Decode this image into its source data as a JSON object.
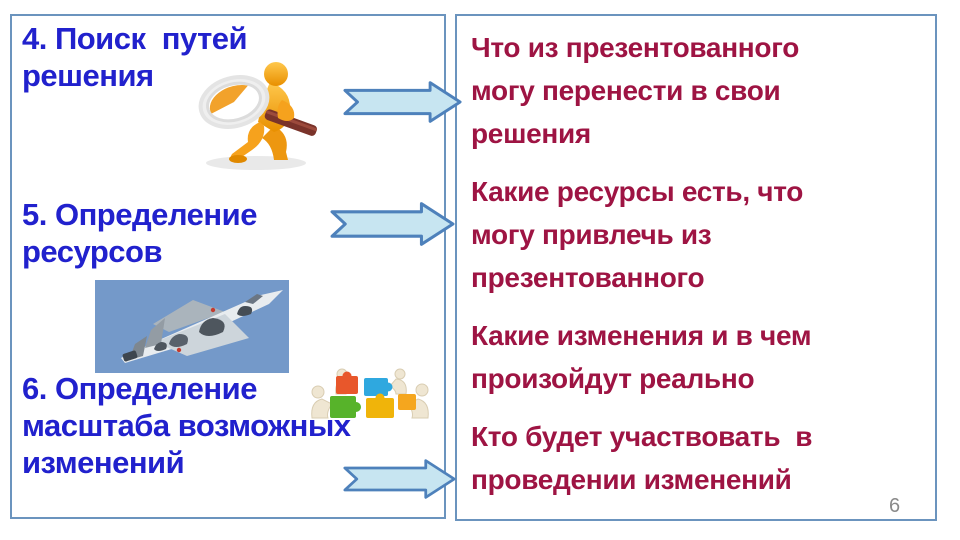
{
  "slide": {
    "page_number": "6",
    "colors": {
      "step_text": "#2121CD",
      "question_text": "#9E1443",
      "panel_border": "#6B94BE",
      "arrow_fill": "#C7E5F1",
      "arrow_stroke": "#4E81BB",
      "jet_sky": "#7499C9"
    },
    "left_panel": {
      "items": [
        {
          "text": "4. Поиск  путей\nрешения",
          "image": "magnifier-figure-image"
        },
        {
          "text": "5. Определение\nресурсов",
          "image": "fighter-jet-image"
        },
        {
          "text": "6. Определение\nмасштаба возможных\nизменений",
          "image": "teamwork-puzzle-image"
        }
      ]
    },
    "right_panel": {
      "questions": [
        "Что из презентованного\nмогу перенести в свои\nрешения",
        "Какие ресурсы есть, что\nмогу привлечь из\nпрезентованного",
        "Какие изменения и в чем\nпроизойдут реально",
        "Кто будет участвовать  в\nпроведении изменений"
      ]
    },
    "icons": [
      "notched-right-arrow-icon",
      "notched-right-arrow-icon",
      "notched-right-arrow-icon"
    ]
  }
}
